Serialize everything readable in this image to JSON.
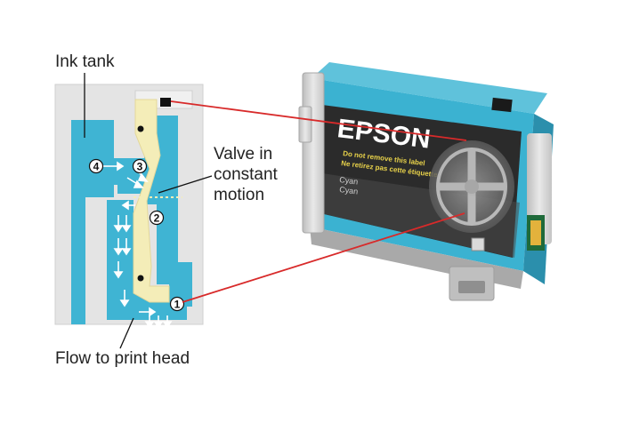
{
  "labels": {
    "ink_tank": "Ink tank",
    "valve_line1": "Valve in",
    "valve_line2": "constant",
    "valve_line3": "motion",
    "flow": "Flow to print head"
  },
  "markers": [
    "1",
    "2",
    "3",
    "4"
  ],
  "cartridge": {
    "brand": "EPSON",
    "warning_line1": "Do not remove this label",
    "warning_line2": "Ne retirez pas cette étiquette",
    "model_line1": "Cyan",
    "model_line2": "Cyan"
  },
  "colors": {
    "ink": "#3FB4D3",
    "valve": "#F4EDB8",
    "housing": "#E4E4E4",
    "leader": "#D82A2A",
    "label_panel": "#2B2B2B",
    "brand_text": "#FFFFFF"
  }
}
